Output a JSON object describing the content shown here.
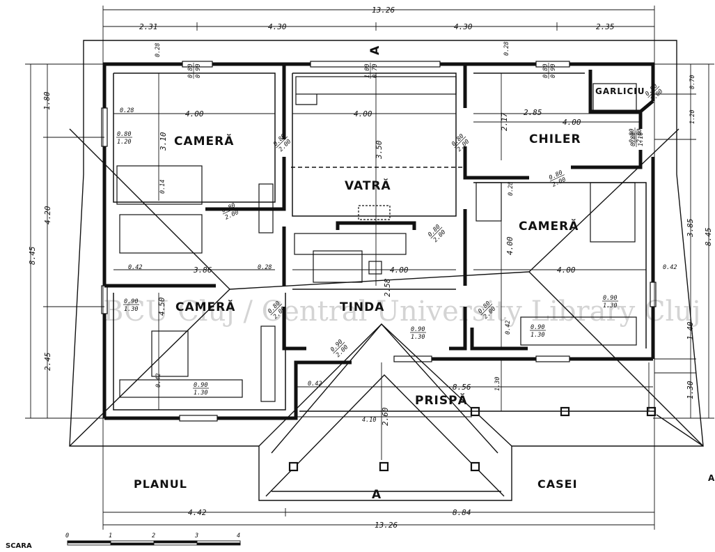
{
  "rooms": {
    "camera_nw": "CAMERĂ",
    "vatra": "VATRĂ",
    "chiler": "CHILER",
    "garliciu": "GARLICIU",
    "camera_e": "CAMERĂ",
    "camera_sw": "CAMERĂ",
    "tinda": "TINDA",
    "prispa": "PRISPĂ"
  },
  "captions": {
    "left": "PLANUL",
    "right": "CASEI"
  },
  "section_marks": {
    "top": "A",
    "bottom": "A",
    "right": "A"
  },
  "watermark": "BCU Cluj / Central University Library Cluj",
  "scale": {
    "label": "SCARA",
    "ticks": [
      "0",
      "1",
      "2",
      "3",
      "4"
    ]
  },
  "dimensions": {
    "top_total": "13.26",
    "top_segments": [
      "2.31",
      "4.30",
      "4.30",
      "2.35"
    ],
    "bottom_segments": [
      "4.42",
      "8.84"
    ],
    "bottom_total": "13.26",
    "left_total": "8.45",
    "left_upper": "4.20",
    "left_lower": "2.45",
    "left_top": "1.80",
    "right_segments": [
      "0.70",
      "1.20",
      "3.85",
      "1.40",
      "1.30"
    ],
    "right_total": "8.45",
    "interior": {
      "d028_tl": "0.28",
      "d400_nw": "4.00",
      "d400_vatra": "4.00",
      "d285": "2.85",
      "d400_chiler": "4.00",
      "d310": "3.10",
      "d350": "3.50",
      "d217": "2.17",
      "d042_l": "0.42",
      "d386": "3.86",
      "d028_mid": "0.28",
      "d400_mid": "4.00",
      "d400_e": "4.00",
      "d042_r": "0.42",
      "d014": "0.14",
      "d028_e": "0.28",
      "d400_evert": "4.00",
      "d450": "4.50",
      "d258": "2.58",
      "d042_sw": "0.42",
      "d042_porch": "0.42",
      "d856": "8.56",
      "d130_porch": "1.30",
      "d042_e2": "0.42",
      "d260": "2.60",
      "d410": "4.10",
      "d028_top1": "0.28",
      "d028_top2": "0.28"
    },
    "openings": {
      "w_nw": [
        "0.80",
        "0.90"
      ],
      "w_vatra": [
        "1.00",
        "0.70"
      ],
      "w_chiler": [
        "0.80",
        "0.90"
      ],
      "w_west": [
        "0.80",
        "1.20"
      ],
      "d_nw_vatra": [
        "0.80",
        "2.00"
      ],
      "d_vatra_chiler": [
        "0.80",
        "2.00"
      ],
      "d_chiler_cam": [
        "0.80",
        "2.00"
      ],
      "d_chiler_e": [
        "0.80",
        "2.00"
      ],
      "d_garliciu": [
        "0.80",
        "2.00"
      ],
      "d_cam_mid": [
        "0.80",
        "2.00"
      ],
      "d_vatra_e": [
        "0.80",
        "2.00"
      ],
      "d_tinda_w": [
        "0.80",
        "2.00"
      ],
      "d_tinda_e": [
        "0.80",
        "2.00"
      ],
      "d_tinda_s": [
        "0.90",
        "2.00"
      ],
      "w_west2": [
        "0.90",
        "1.30"
      ],
      "w_east": [
        "0.90",
        "1.30"
      ],
      "w_tinda_s": [
        "0.90",
        "1.30"
      ],
      "w_e_s": [
        "0.90",
        "1.30"
      ],
      "w_sw_s": [
        "0.90",
        "1.30"
      ],
      "w_chiler_e": [
        "0.80",
        "1.10"
      ]
    }
  }
}
